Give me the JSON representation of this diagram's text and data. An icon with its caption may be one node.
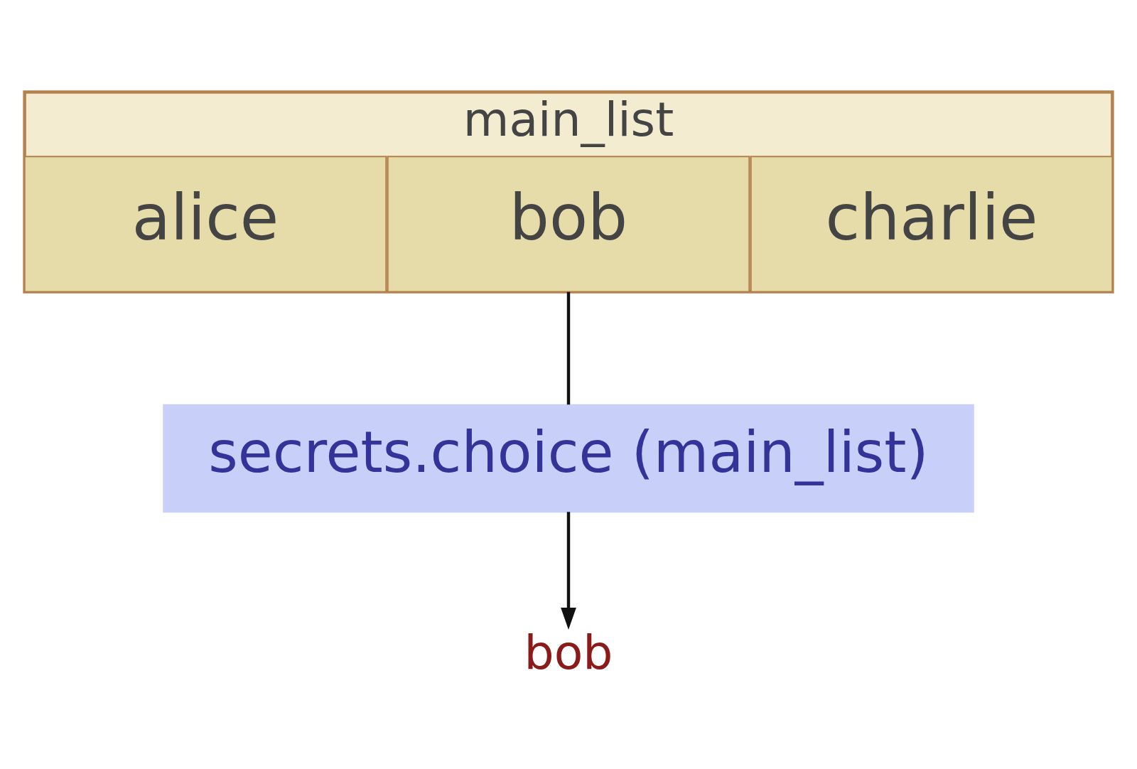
{
  "diagram": {
    "nodes": [
      {
        "text": [
          "main_list"
        ]
      },
      {
        "text": [
          "alice"
        ],
        "in": 0
      },
      {
        "text": [
          "bob"
        ],
        "in": 0
      },
      {
        "text": [
          "charlie"
        ],
        "in": 0
      },
      {
        "text": [
          "secrets.choice (main_list)"
        ]
      },
      {
        "text": [
          "bob"
        ]
      }
    ],
    "edges": [
      {
        "from": 2,
        "to": 4,
        "arrow": "none"
      },
      {
        "from": 4,
        "to": 5,
        "arrow": "to"
      }
    ]
  }
}
